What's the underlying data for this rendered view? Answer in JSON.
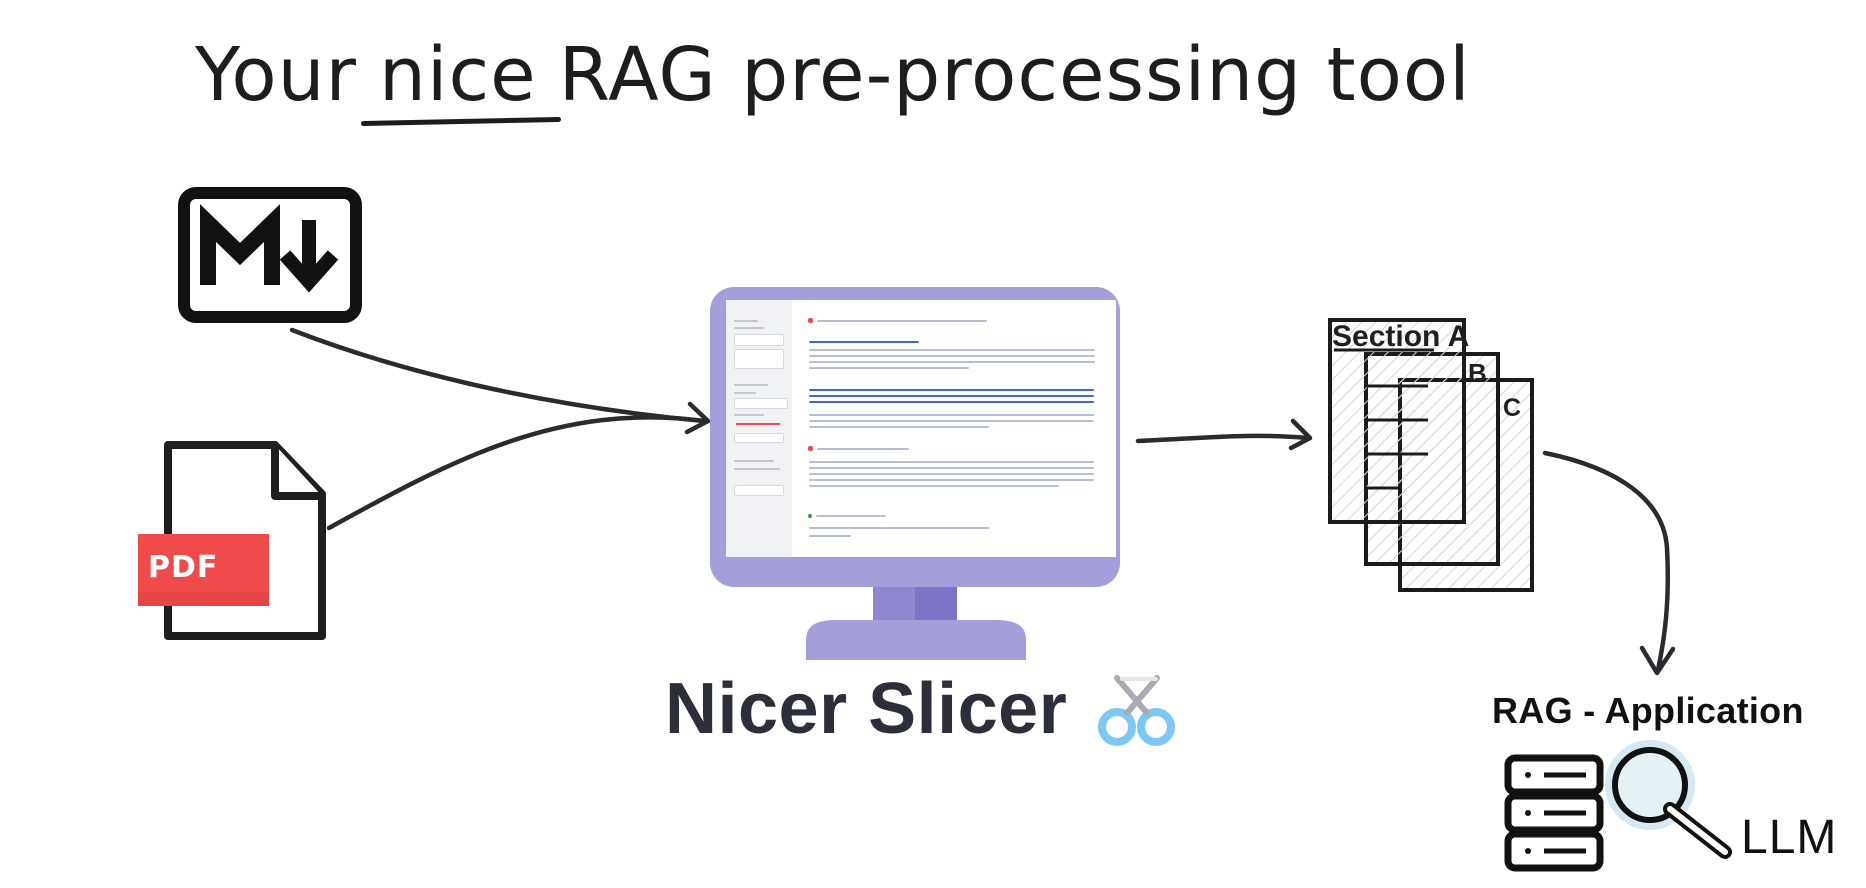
{
  "headline": {
    "part1": "Your",
    "part2": "nice",
    "part3": "RAG pre-processing tool"
  },
  "icons": {
    "markdown": "markdown-icon",
    "pdf": "pdf-file-icon",
    "monitor": "monitor-icon",
    "scissors": "scissors-icon",
    "documents": "stacked-documents-icon",
    "server": "server-icon",
    "search": "search-icon"
  },
  "labels": {
    "pdf_badge": "PDF",
    "brand": "Nicer Slicer",
    "section_a": "Section A",
    "section_b": "B",
    "section_c": "C",
    "rag": "RAG - Application",
    "llm": "LLM"
  },
  "colors": {
    "ink": "#1d1d1f",
    "pdf_red": "#ef4b4b",
    "monitor_purple": "#a49fda",
    "monitor_dark": "#7d74c7",
    "brand_text": "#2c2e3a",
    "doc_hatch": "#d8d8d8",
    "search_blue": "#cfe4ef"
  }
}
